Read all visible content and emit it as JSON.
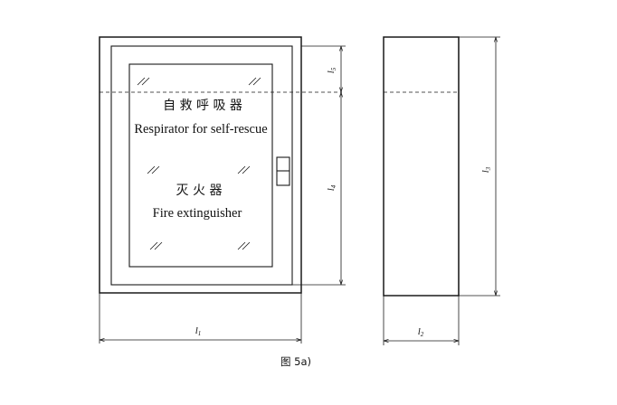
{
  "front_view": {
    "label_cn_top": "自 救 呼 吸 器",
    "label_en_top": "Respirator for self-rescue",
    "label_cn_bottom": "灭 火 器",
    "label_en_bottom": "Fire extinguisher"
  },
  "dimensions": {
    "l1": "l",
    "l1_sub": "1",
    "l2": "l",
    "l2_sub": "2",
    "l3": "l",
    "l3_sub": "3",
    "l4": "l",
    "l4_sub": "4",
    "l5": "l",
    "l5_sub": "5"
  },
  "caption": "图 5a)"
}
